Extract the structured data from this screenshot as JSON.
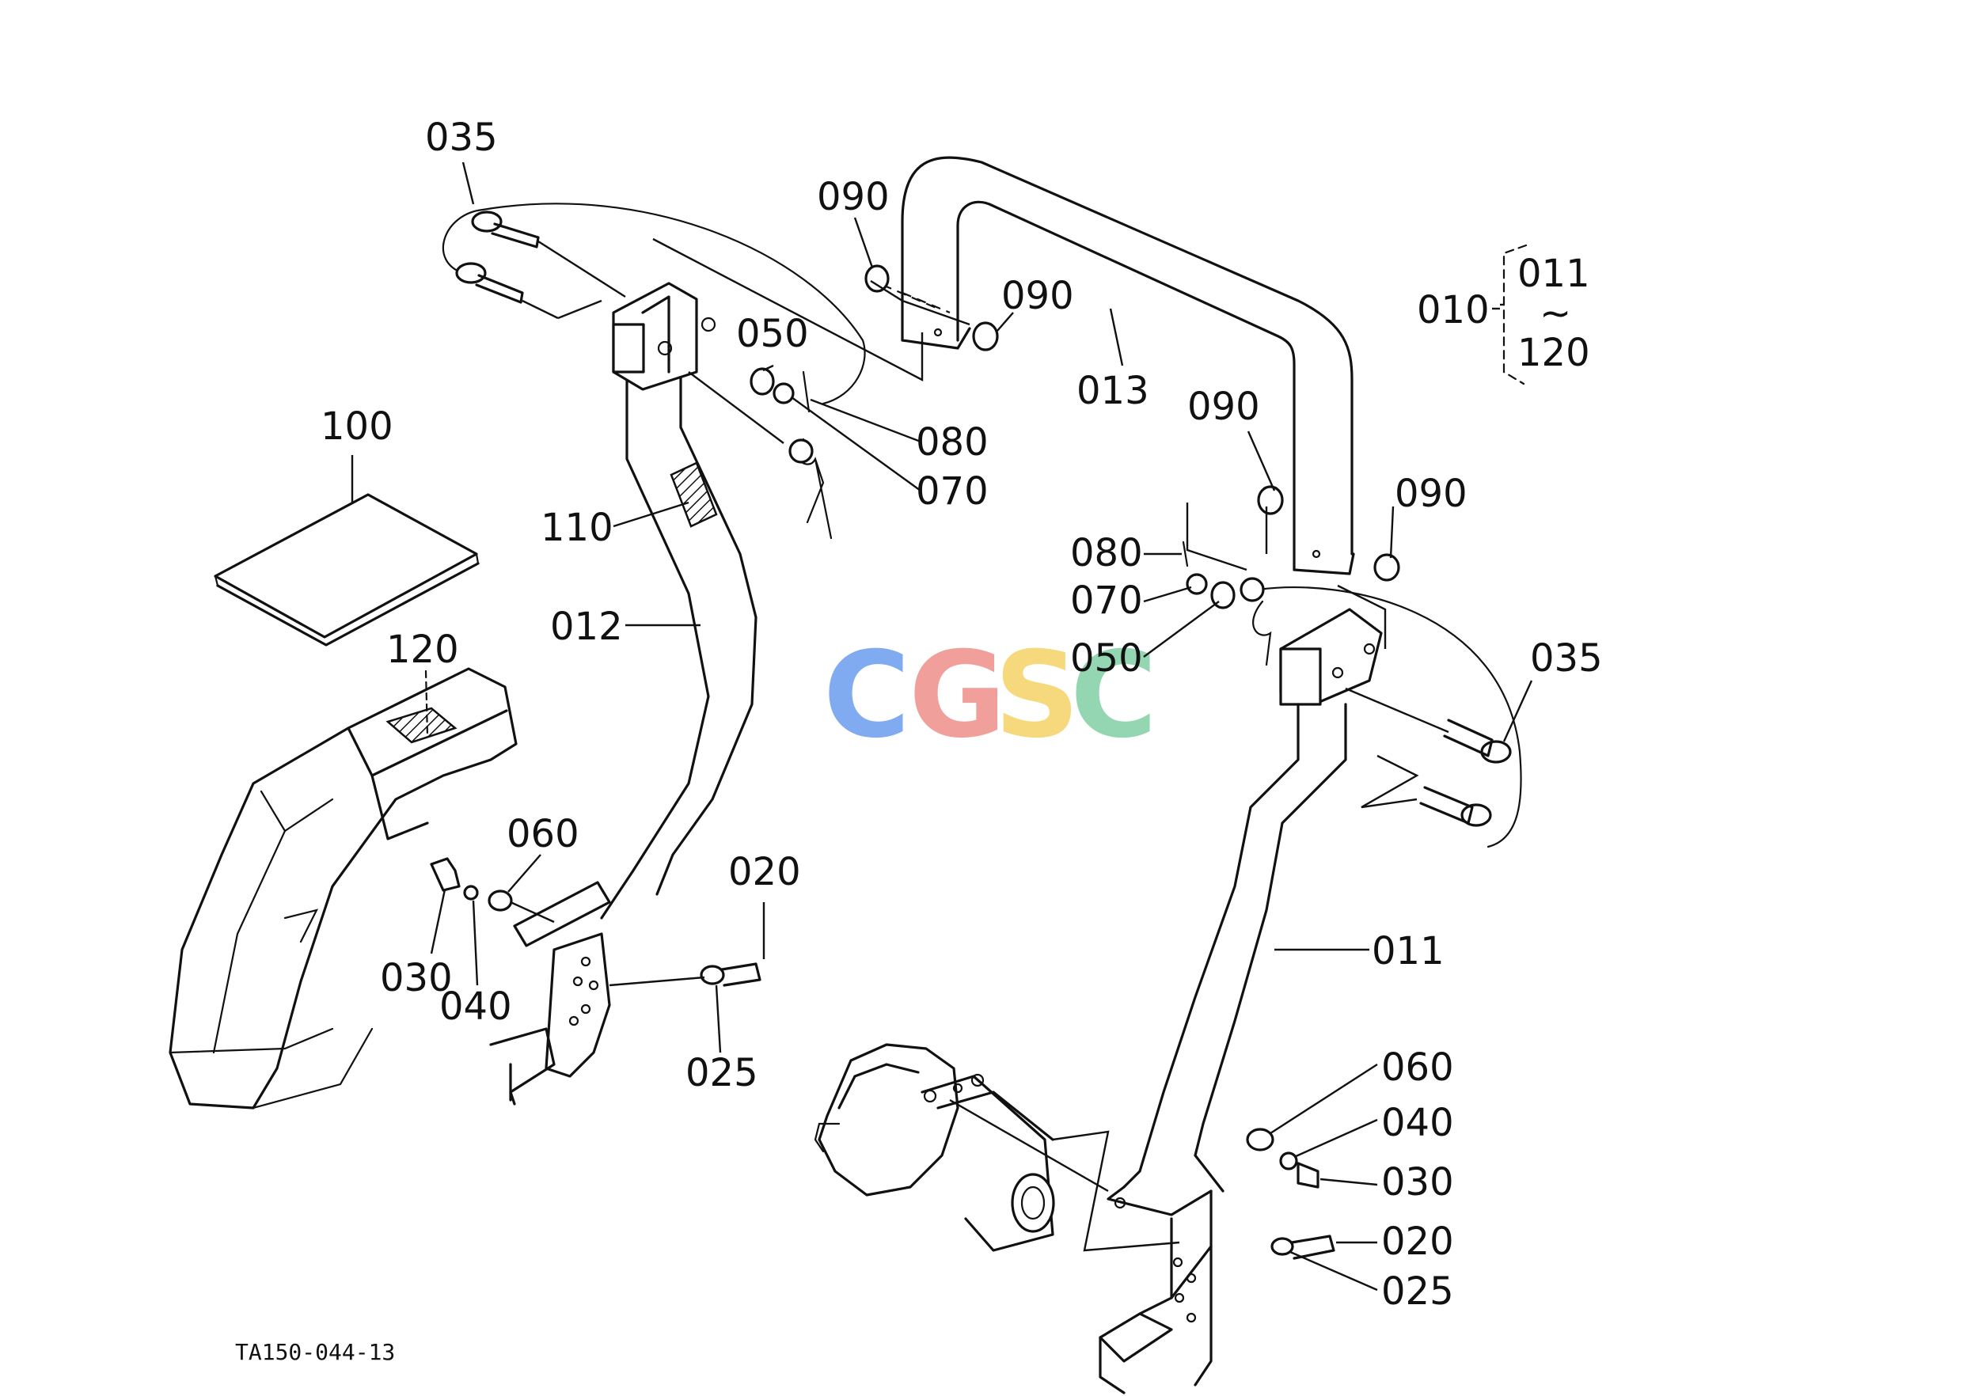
{
  "labels": {
    "l035a": "035",
    "l090a": "090",
    "l090b": "090",
    "l011top": "011",
    "l010": "010",
    "l120top": "120",
    "l050a": "050",
    "l013": "013",
    "l090c": "090",
    "l100": "100",
    "l080a": "080",
    "l070a": "070",
    "l090d": "090",
    "l110": "110",
    "l080b": "080",
    "l070b": "070",
    "l012": "012",
    "l050b": "050",
    "l120": "120",
    "l035b": "035",
    "l060a": "060",
    "l020a": "020",
    "l030a": "030",
    "l040a": "040",
    "l011": "011",
    "l025a": "025",
    "l060b": "060",
    "l040b": "040",
    "l030b": "030",
    "l020b": "020",
    "l025b": "025"
  },
  "tilde": "~",
  "watermark": {
    "letters": [
      "C",
      "G",
      "S",
      "C"
    ],
    "colors": [
      "#7ba7f0",
      "#f09a95",
      "#f6d877",
      "#8fd3ae"
    ]
  },
  "drawing_code": "TA150-044-13"
}
